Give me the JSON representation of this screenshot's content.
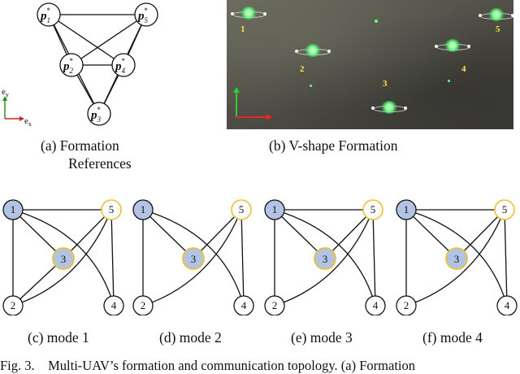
{
  "formation_references": {
    "nodes": [
      {
        "id": "1",
        "label_base": "p",
        "label_sub": "1",
        "label_sup": "*"
      },
      {
        "id": "5",
        "label_base": "p",
        "label_sub": "5",
        "label_sup": "*"
      },
      {
        "id": "2",
        "label_base": "p",
        "label_sub": "2",
        "label_sup": "*"
      },
      {
        "id": "4",
        "label_base": "p",
        "label_sub": "4",
        "label_sup": "*"
      },
      {
        "id": "3",
        "label_base": "p",
        "label_sub": "3",
        "label_sup": "*"
      }
    ],
    "axis_y_label": "e",
    "axis_y_sub": "y",
    "axis_x_label": "e",
    "axis_x_sub": "x",
    "caption_line1": "(a) Formation",
    "caption_line2": "References"
  },
  "photo": {
    "drone_labels": [
      "1",
      "5",
      "2",
      "4",
      "3"
    ],
    "caption": "(b) V-shape Formation"
  },
  "modes": [
    {
      "caption": "(c) mode 1",
      "nodes": [
        "1",
        "5",
        "3",
        "2",
        "4"
      ]
    },
    {
      "caption": "(d) mode 2",
      "nodes": [
        "1",
        "5",
        "3",
        "2",
        "4"
      ]
    },
    {
      "caption": "(e) mode 3",
      "nodes": [
        "1",
        "5",
        "3",
        "2",
        "4"
      ]
    },
    {
      "caption": "(f) mode 4",
      "nodes": [
        "1",
        "5",
        "3",
        "2",
        "4"
      ]
    }
  ],
  "figure_caption": "Fig. 3.    Multi-UAV’s formation and communication topology. (a) Formation",
  "colors": {
    "leader_fill": "#b3c3e3",
    "ring_yellow": "#e8c23a",
    "axis_green": "#1a9a1a",
    "axis_red": "#d42020"
  }
}
